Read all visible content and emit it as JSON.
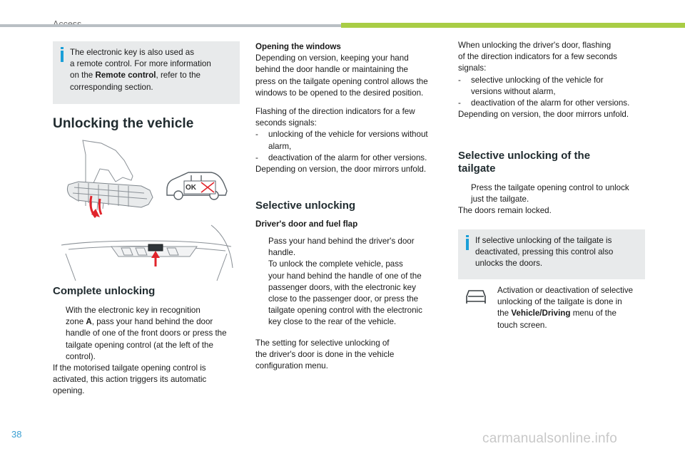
{
  "header": {
    "section": "Access"
  },
  "col1": {
    "note": {
      "line1": "The electronic key is also used as",
      "line2": "a remote control. For more information",
      "line3_pre": "on the ",
      "line3_bold": "Remote control",
      "line3_post": ", refer to the",
      "line4": "corresponding section."
    },
    "title": "Unlocking the vehicle",
    "diagram_label": "OK",
    "complete": {
      "title": "Complete unlocking",
      "b1_line1": "With the electronic key in recognition",
      "b1_line2_pre": "zone ",
      "b1_line2_bold": "A",
      "b1_line2_post": ", pass your hand behind the door",
      "b1_line3": "handle of one of the front doors or press the",
      "b1_line4": "tailgate opening control (at the left of the",
      "b1_line5": "control).",
      "p_line1": "If the motorised tailgate opening control is",
      "p_line2": "activated, this action triggers its automatic",
      "p_line3": "opening."
    }
  },
  "col2": {
    "windows_title": "Opening the windows",
    "windows_l1": "Depending on version, keeping your hand",
    "windows_l2": "behind the door handle or maintaining the",
    "windows_l3": "press on the tailgate opening control allows the",
    "windows_l4": "windows to be opened to the desired position.",
    "flash_l1": "Flashing of the direction indicators for a few",
    "flash_l2": "seconds signals:",
    "flash_d1a": "unlocking of the vehicle for versions without",
    "flash_d1b": "alarm,",
    "flash_d2": "deactivation of the alarm for other versions.",
    "flash_l3": "Depending on version, the door mirrors unfold.",
    "selective_title": "Selective unlocking",
    "driver_title": "Driver's door and fuel flap",
    "b1_l1": "Pass your hand behind the driver's door",
    "b1_l2": "handle.",
    "b2_l1": "To unlock the complete vehicle, pass",
    "b2_l2": "your hand behind the handle of one of the",
    "b2_l3": "passenger doors, with the electronic key",
    "b2_l4": "close to the passenger door, or press the",
    "b2_l5": "tailgate opening control with the electronic",
    "b2_l6": "key close to the rear of the vehicle.",
    "setting_l1": "The setting for selective unlocking of",
    "setting_l2": "the driver's door is done in the vehicle",
    "setting_l3": "configuration menu."
  },
  "col3": {
    "p1_l1": "When unlocking the driver's door, flashing",
    "p1_l2": "of the direction indicators for a few seconds",
    "p1_l3": "signals:",
    "d1a": "selective unlocking of the vehicle for",
    "d1b": "versions without alarm,",
    "d2": "deactivation of the alarm for other versions.",
    "p1_l4": "Depending on version, the door mirrors unfold.",
    "tailgate_title_l1": "Selective unlocking of the",
    "tailgate_title_l2": "tailgate",
    "b1_l1": "Press the tailgate opening control to unlock",
    "b1_l2": "just the tailgate.",
    "p2": "The doors remain locked.",
    "note_l1": "If selective unlocking of the tailgate is",
    "note_l2": "deactivated, pressing this control also",
    "note_l3": "unlocks the doors.",
    "act_l1": "Activation or deactivation of selective",
    "act_l2": "unlocking of the tailgate is done in",
    "act_l3_pre": "the ",
    "act_l3_bold": "Vehicle/Driving",
    "act_l3_post": " menu of the",
    "act_l4": "touch screen."
  },
  "footer": {
    "page_number": "38",
    "watermark": "carmanualsonline.info"
  },
  "glyphs": {
    "bullet": "",
    "dash": "-"
  },
  "colors": {
    "accent_green": "#a9cd45",
    "info_blue": "#1a9fd8",
    "arrow_red": "#e0242b",
    "note_bg": "#e8eaeb"
  }
}
